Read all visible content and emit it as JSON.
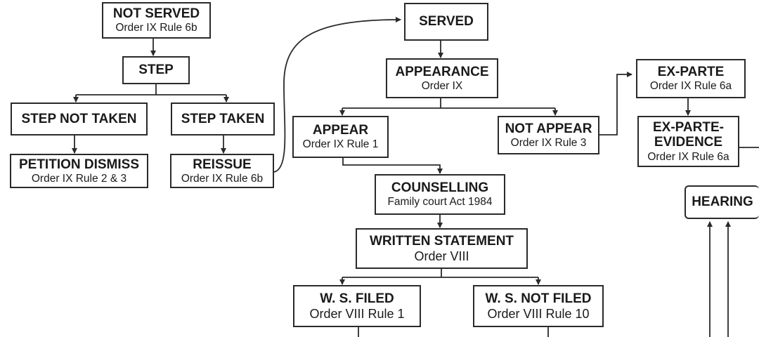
{
  "nodes": {
    "not_served": {
      "title": "NOT SERVED",
      "sub": "Order IX Rule 6b"
    },
    "step": {
      "title": "STEP"
    },
    "step_not_taken": {
      "title": "STEP NOT TAKEN"
    },
    "step_taken": {
      "title": "STEP TAKEN"
    },
    "petition_dismiss": {
      "title": "PETITION DISMISS",
      "sub": "Order IX Rule 2 & 3"
    },
    "reissue": {
      "title": "REISSUE",
      "sub": "Order IX Rule 6b"
    },
    "served": {
      "title": "SERVED"
    },
    "appearance": {
      "title": "APPEARANCE",
      "sub": "Order IX"
    },
    "appear": {
      "title": "APPEAR",
      "sub": "Order IX Rule 1"
    },
    "not_appear": {
      "title": "NOT APPEAR",
      "sub": "Order IX Rule 3"
    },
    "ex_parte": {
      "title": "EX-PARTE",
      "sub": "Order IX Rule 6a"
    },
    "ex_parte_evidence": {
      "title": "EX-PARTE-\nEVIDENCE",
      "sub": "Order IX Rule 6a"
    },
    "counselling": {
      "title": "COUNSELLING",
      "sub": "Family court Act 1984"
    },
    "written_statement": {
      "title": "WRITTEN STATEMENT",
      "sub": "Order VIII"
    },
    "ws_filed": {
      "title": "W. S. FILED",
      "sub": "Order VIII Rule 1"
    },
    "ws_not_filed": {
      "title": "W. S. NOT FILED",
      "sub": "Order VIII Rule 10"
    },
    "hearing": {
      "title": "HEARING"
    }
  },
  "edges": [
    [
      "not_served",
      "step"
    ],
    [
      "step",
      "step_not_taken"
    ],
    [
      "step",
      "step_taken"
    ],
    [
      "step_not_taken",
      "petition_dismiss"
    ],
    [
      "step_taken",
      "reissue"
    ],
    [
      "reissue",
      "served"
    ],
    [
      "served",
      "appearance"
    ],
    [
      "appearance",
      "appear"
    ],
    [
      "appearance",
      "not_appear"
    ],
    [
      "not_appear",
      "ex_parte"
    ],
    [
      "ex_parte",
      "ex_parte_evidence"
    ],
    [
      "appear",
      "counselling"
    ],
    [
      "counselling",
      "written_statement"
    ],
    [
      "written_statement",
      "ws_filed"
    ],
    [
      "written_statement",
      "ws_not_filed"
    ]
  ],
  "colors": {
    "line": "#2a2a2a",
    "box_border": "#2a2a2a",
    "background": "#ffffff"
  }
}
